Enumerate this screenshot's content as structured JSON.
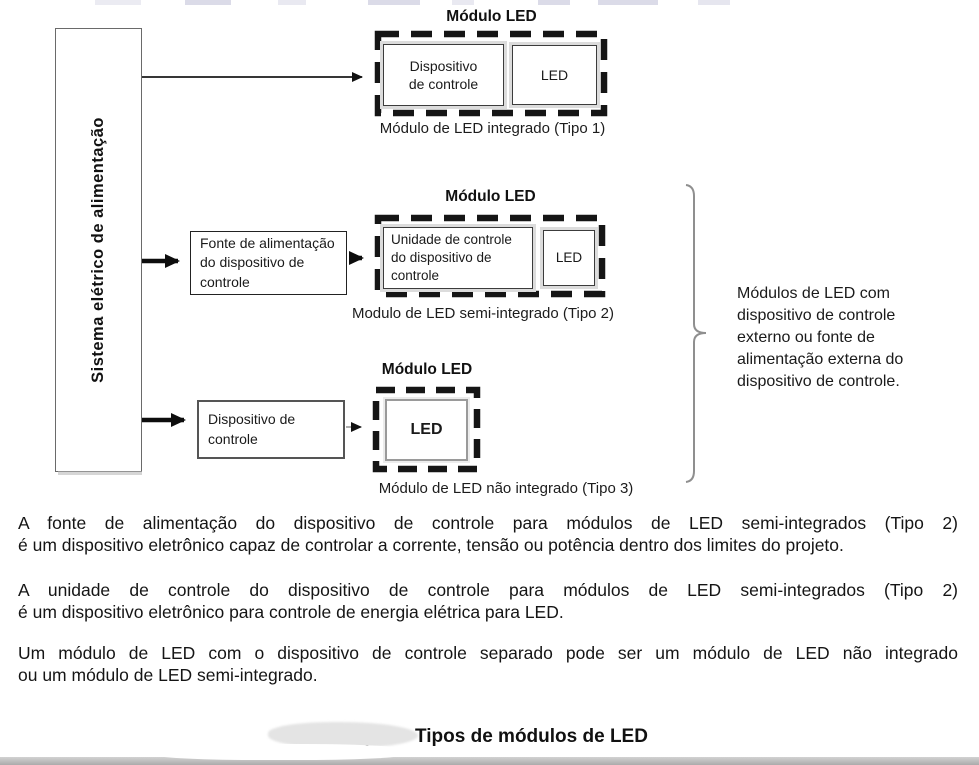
{
  "diagram": {
    "power_source_label": "Sistema elétrico de alimentação",
    "type1": {
      "module_title": "Módulo LED",
      "control_device": "Dispositivo\nde controle",
      "led": "LED",
      "caption": "Módulo de LED integrado (Tipo 1)"
    },
    "type2": {
      "module_title": "Módulo LED",
      "power_supply_box": "Fonte de alimentação\ndo dispositivo de\ncontrole",
      "control_unit": "Unidade de controle\ndo dispositivo de\ncontrole",
      "led": "LED",
      "caption": "Modulo de LED semi-integrado (Tipo 2)"
    },
    "type3": {
      "module_title": "Módulo LED",
      "control_device_box": "Dispositivo de\ncontrole",
      "led": "LED",
      "caption": "Módulo de LED não integrado (Tipo 3)"
    },
    "side_note": "Módulos de LED com\ndispositivo de controle\nexterno ou fonte de\nalimentação externa do\ndispositivo de controle."
  },
  "paragraphs": [
    {
      "lines": [
        "A fonte de alimentação do dispositivo de controle para módulos de LED semi-integrados (Tipo 2)",
        "é um dispositivo eletrônico capaz de controlar a corrente, tensão ou potência dentro dos limites do projeto."
      ]
    },
    {
      "lines": [
        "A unidade de controle do dispositivo de controle para módulos de LED semi-integrados (Tipo 2)",
        "é um dispositivo eletrônico para controle de energia elétrica para LED."
      ]
    },
    {
      "lines": [
        "Um módulo de LED com o dispositivo de controle separado pode ser um módulo de LED não integrado",
        "ou um módulo de LED semi-integrado."
      ]
    }
  ],
  "figure_title": "Tipos de módulos de LED",
  "colors": {
    "line": "#1a1a1a",
    "dash_border": "#151515",
    "brace": "#8f8f8f"
  }
}
